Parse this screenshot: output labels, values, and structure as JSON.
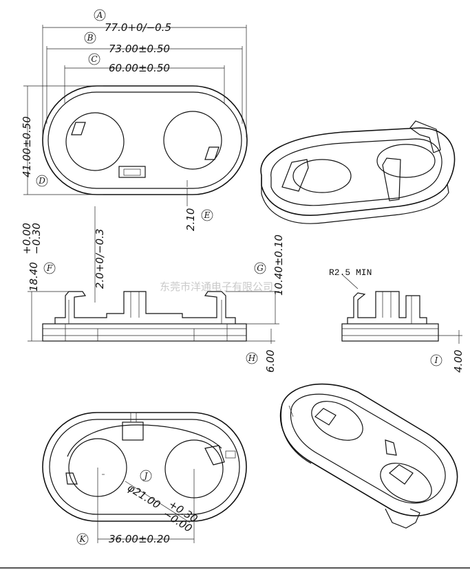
{
  "dimensions": {
    "a": "77.0+0/−0.5",
    "b": "73.00±0.50",
    "c": "60.00±0.50",
    "height_41": "41.00±0.50",
    "e_210": "2.10",
    "height_1840": "18.40",
    "tol_up": "+0.00",
    "tol_down": "−0.30",
    "d_20": "2.0+0/−0.3",
    "h_1040": "10.40±0.10",
    "h_600": "6.00",
    "h_400": "4.00",
    "dia_main": "φ21.00",
    "dia_up": "+0.30",
    "dia_down": "−0.00",
    "pitch": "36.00±0.20"
  },
  "markers": {
    "A": "A",
    "B": "B",
    "C": "C",
    "D": "D",
    "E": "E",
    "F": "F",
    "G": "G",
    "H": "H",
    "I": "I",
    "J": "J",
    "K": "K"
  },
  "note_radius": "R2.5 MIN",
  "watermark": "东莞市洋通电子有限公司"
}
